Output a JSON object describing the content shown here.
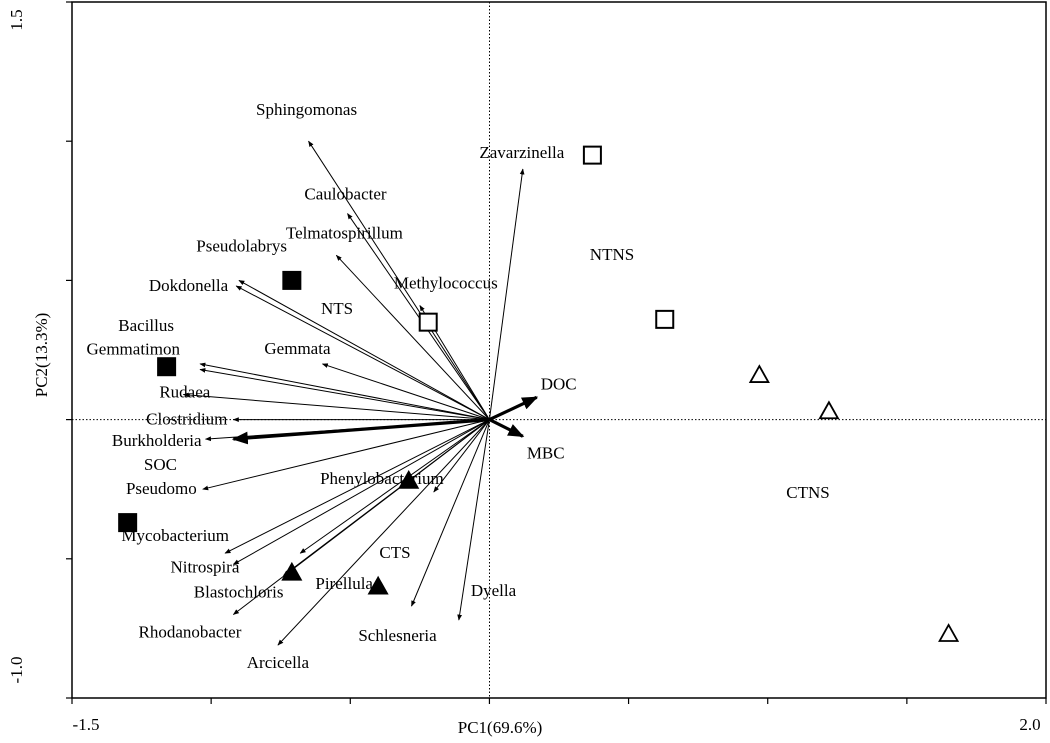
{
  "chart_data": {
    "type": "scatter",
    "title": "",
    "xlabel": "PC1(69.6%)",
    "ylabel": "PC2(13.3%)",
    "xlim": [
      -1.5,
      2.0
    ],
    "ylim": [
      -1.0,
      1.5
    ],
    "x_tick_labels": [
      {
        "value": -1.5,
        "label": "-1.5"
      },
      {
        "value": 2.0,
        "label": "2.0"
      }
    ],
    "y_tick_labels": [
      {
        "value": 1.5,
        "label": "1.5"
      },
      {
        "value": -1.0,
        "label": "-1.0"
      }
    ],
    "reference_lines": {
      "x": 0,
      "y": 0,
      "style": "dotted"
    },
    "series": [
      {
        "marker": "filled-square",
        "points": [
          [
            -0.71,
            0.5
          ],
          [
            -1.16,
            0.19
          ],
          [
            -1.3,
            -0.37
          ]
        ]
      },
      {
        "marker": "open-square",
        "points": [
          [
            -0.22,
            0.35
          ],
          [
            0.37,
            0.95
          ],
          [
            0.63,
            0.36
          ]
        ]
      },
      {
        "marker": "filled-triangle",
        "points": [
          [
            -0.71,
            -0.55
          ],
          [
            -0.29,
            -0.22
          ],
          [
            -0.4,
            -0.6
          ]
        ]
      },
      {
        "marker": "open-triangle",
        "points": [
          [
            0.97,
            0.16
          ],
          [
            1.22,
            0.03
          ],
          [
            1.65,
            -0.77
          ]
        ]
      }
    ],
    "vectors": [
      {
        "label": "Sphingomonas",
        "end": [
          -0.65,
          1.0
        ]
      },
      {
        "label": "Caulobacter",
        "end": [
          -0.51,
          0.74
        ]
      },
      {
        "label": "Telmatospirillum",
        "end": [
          -0.55,
          0.59
        ]
      },
      {
        "label": "Methylococcus",
        "end": [
          -0.25,
          0.41
        ]
      },
      {
        "label": "Zavarzinella",
        "end": [
          0.12,
          0.9
        ]
      },
      {
        "label": "Pseudolabrys",
        "end": [
          -0.9,
          0.5
        ]
      },
      {
        "label": "Dokdonella",
        "end": [
          -0.91,
          0.48
        ]
      },
      {
        "label": "Bacillus",
        "end": [
          -1.04,
          0.2
        ]
      },
      {
        "label": "Gemmatimon",
        "end": [
          -1.04,
          0.18
        ]
      },
      {
        "label": "Gemmata",
        "end": [
          -0.6,
          0.2
        ]
      },
      {
        "label": "Rudaea",
        "end": [
          -1.1,
          0.09
        ]
      },
      {
        "label": "Clostridium",
        "end": [
          -0.92,
          0.0
        ]
      },
      {
        "label": "Burkholderia",
        "end": [
          -1.02,
          -0.07
        ]
      },
      {
        "label": "SOC",
        "end": [
          -0.92,
          -0.07
        ],
        "bold": true
      },
      {
        "label": "Pseudomo",
        "end": [
          -1.03,
          -0.25
        ]
      },
      {
        "label": "Phenylobacterium",
        "end": [
          -0.2,
          -0.26
        ]
      },
      {
        "label": "Mycobacterium",
        "end": [
          -0.95,
          -0.48
        ]
      },
      {
        "label": "Nitrospira",
        "end": [
          -0.92,
          -0.52
        ]
      },
      {
        "label": "Blastochloris",
        "end": [
          -0.74,
          -0.56
        ]
      },
      {
        "label": "Rhodanobacter",
        "end": [
          -0.92,
          -0.7
        ]
      },
      {
        "label": "Pirellula",
        "end": [
          -0.68,
          -0.48
        ]
      },
      {
        "label": "Arcicella",
        "end": [
          -0.76,
          -0.81
        ]
      },
      {
        "label": "Schlesneria",
        "end": [
          -0.28,
          -0.67
        ]
      },
      {
        "label": "Dyella",
        "end": [
          -0.11,
          -0.72
        ]
      },
      {
        "label": "DOC",
        "end": [
          0.17,
          0.08
        ],
        "bold": true
      },
      {
        "label": "MBC",
        "end": [
          0.12,
          -0.06
        ],
        "bold": true
      }
    ],
    "group_labels": [
      "NTNS",
      "NTS",
      "CTS",
      "CTNS"
    ]
  }
}
